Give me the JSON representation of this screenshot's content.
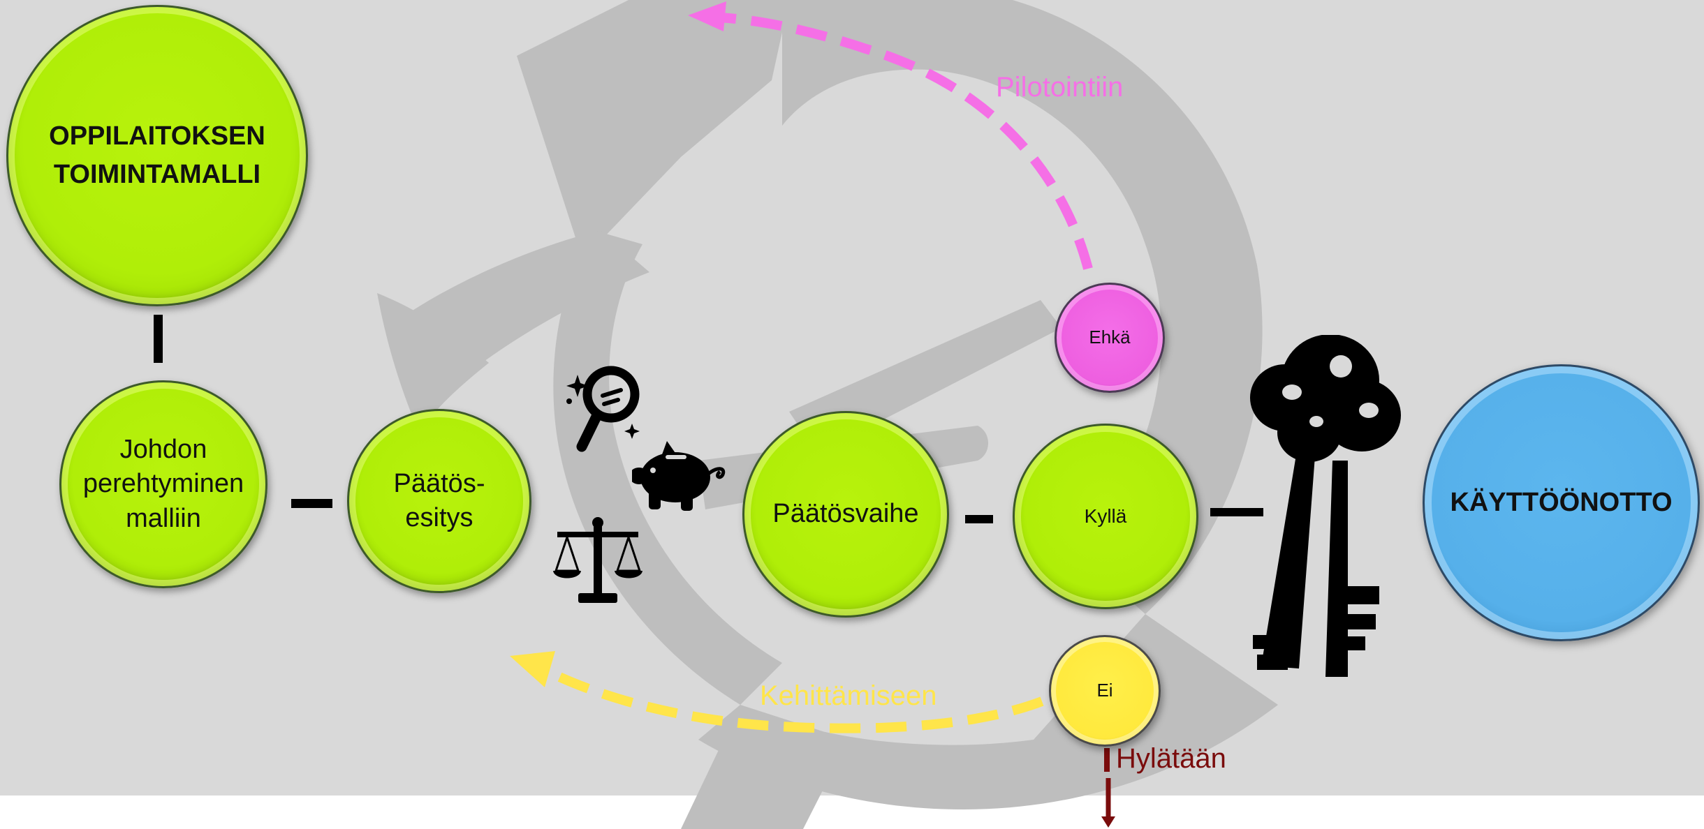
{
  "nodes": {
    "toimintamalli": "OPPILAITOKSEN\nTOIMINTAMALLI",
    "johdon": "Johdon\nperehtyminen\nmalliin",
    "paatosesitys": "Päätös-\nesitys",
    "paatosvaihe": "Päätösvaihe",
    "kylla": "Kyllä",
    "ehka": "Ehkä",
    "ei": "Ei",
    "kayttoonotto": "KÄYTTÖÖNOTTO"
  },
  "labels": {
    "pilotointiin": "Pilotointiin",
    "kehittamiseen": "Kehittämiseen",
    "hylataan": "Hylätään"
  },
  "colors": {
    "background": "#d9d9d9",
    "watermark": "#bebebe",
    "node_green": "#b0ee08",
    "node_pink": "#ee5fe0",
    "node_yellow": "#ffe93d",
    "node_blue": "#56b0ea",
    "arrow_pink": "#f56fe6",
    "arrow_yellow": "#ffe54a",
    "hylataan_red": "#7a0c0c"
  },
  "icons": [
    "magnifier-icon",
    "piggy-bank-icon",
    "scales-icon",
    "keys-icon"
  ]
}
